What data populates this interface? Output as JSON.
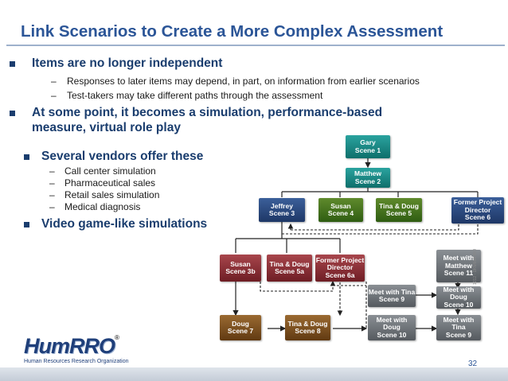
{
  "title": "Link Scenarios to Create a More Complex Assessment",
  "bullets": {
    "b1": "Items are no longer independent",
    "b1_sub1": "Responses to later items may depend, in part, on information from earlier scenarios",
    "b1_sub2": "Test-takers may take different paths through the assessment",
    "b2_line1": "At some point, it becomes a simulation, performance-based",
    "b2_line2": "measure, virtual role play",
    "b3": "Several vendors offer these",
    "b3_items": [
      "Call center simulation",
      "Pharmaceutical sales",
      "Retail sales simulation",
      "Medical diagnosis"
    ],
    "b4": "Video game-like simulations"
  },
  "dash_char": "–",
  "diagram": {
    "gary": [
      "Gary",
      "Scene 1"
    ],
    "matthew": [
      "Matthew",
      "Scene 2"
    ],
    "jeffrey": [
      "Jeffrey",
      "Scene 3"
    ],
    "susan4": [
      "Susan",
      "Scene 4"
    ],
    "tinadoug5": [
      "Tina & Doug",
      "Scene 5"
    ],
    "fpd6": [
      "Former Project",
      "Director",
      "Scene 6"
    ],
    "susan3b": [
      "Susan",
      "Scene 3b"
    ],
    "tinadoug5a": [
      "Tina & Doug",
      "Scene 5a"
    ],
    "fpd6a": [
      "Former Project",
      "Director",
      "Scene 6a"
    ],
    "doug7": [
      "Doug",
      "Scene 7"
    ],
    "tinadoug8": [
      "Tina & Doug",
      "Scene 8"
    ],
    "meetdoug10a": [
      "Meet with",
      "Doug",
      "Scene 10"
    ],
    "meettina9a": [
      "Meet with Tina",
      "Scene 9"
    ],
    "meetmatthew11": [
      "Meet with",
      "Matthew",
      "Scene 11"
    ],
    "meetdoug10b": [
      "Meet with",
      "Doug",
      "Scene 10"
    ],
    "meettina9b": [
      "Meet with Tina",
      "Scene 9"
    ]
  },
  "colors": {
    "title": "#2b5597",
    "teal": "#1a8a86",
    "blue": "#2a4a80",
    "green": "#4a7a1e",
    "red": "#8a2f36",
    "brown": "#7e5222",
    "gray": "#6e7378"
  },
  "logo": {
    "name": "HumRRO",
    "reg": "®",
    "subtitle": "Human Resources Research Organization"
  },
  "page_number": "32",
  "side_code": "1212 - DKMMAHRO"
}
